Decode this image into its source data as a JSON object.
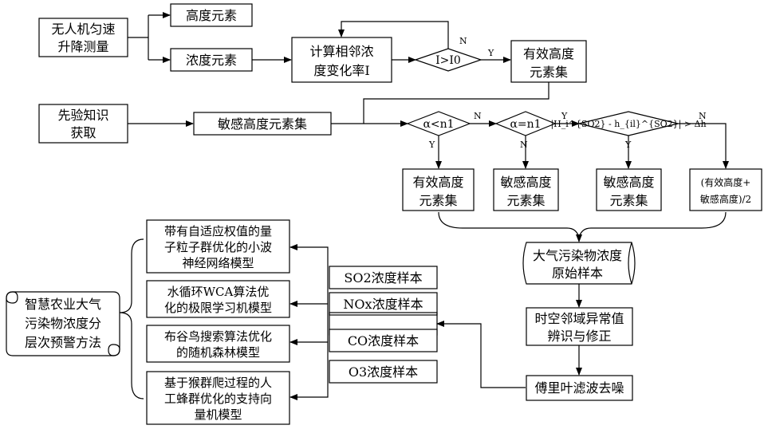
{
  "nodes": {
    "uav_measure": [
      "无人机匀速",
      "升降测量"
    ],
    "height_elem": "高度元素",
    "conc_elem": "浓度元素",
    "calc_rate": [
      "计算相邻浓",
      "度变化率I"
    ],
    "cond_i_i0": "I>I0",
    "eff_set_top": [
      "有效高度",
      "元素集"
    ],
    "prior_knowledge": [
      "先验知识",
      "获取"
    ],
    "sensitive_set": "敏感高度元素集",
    "cond_alpha_lt": "α<n1",
    "cond_alpha_eq": "α=n1",
    "cond_delta_h": "|H_i^{SO2} - h_{il}^{SO2}| > Δh",
    "out_effective": [
      "有效高度",
      "元素集"
    ],
    "out_sensitive1": [
      "敏感高度",
      "元素集"
    ],
    "out_sensitive2": [
      "敏感高度",
      "元素集"
    ],
    "out_average": [
      "(有效高度+",
      "敏感高度)/2"
    ],
    "raw_sample": [
      "大气污染物浓度",
      "原始样本"
    ],
    "spatiotemporal": [
      "时空邻域异常值",
      "辨识与修正"
    ],
    "fourier": "傅里叶滤波去噪",
    "so2": "SO2浓度样本",
    "nox": "NOx浓度样本",
    "co": "CO浓度样本",
    "o3": "O3浓度样本",
    "model1": [
      "带有自适应权值的量",
      "子粒子群优化的小波",
      "神经网络模型"
    ],
    "model2": [
      "水循环WCA算法优",
      "化的极限学习机模型"
    ],
    "model3": [
      "布谷鸟搜索算法优化",
      "的随机森林模型"
    ],
    "model4": [
      "基于猴群爬过程的人",
      "工蜂群优化的支持向",
      "量机模型"
    ],
    "method": [
      "智慧农业大气",
      "污染物浓度分",
      "层次预警方法"
    ]
  },
  "labels": {
    "yes": "Y",
    "no": "N"
  }
}
